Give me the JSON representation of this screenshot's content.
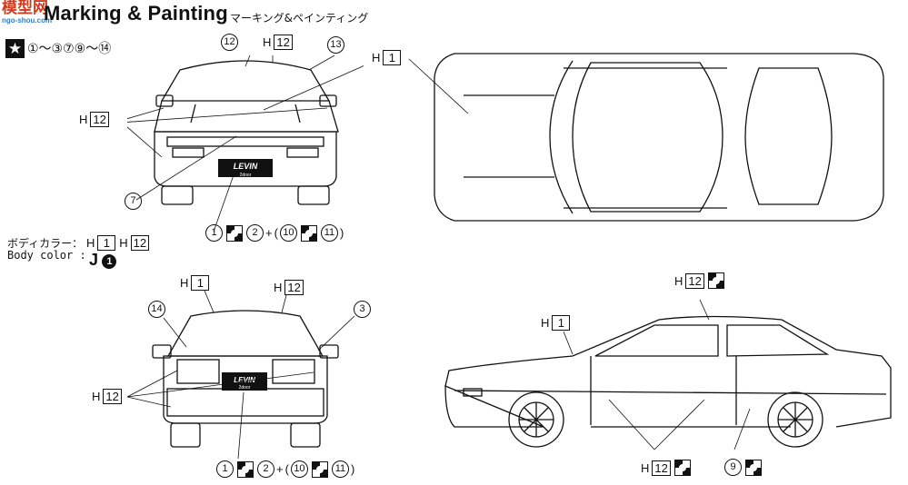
{
  "watermark": {
    "logo": "模型网",
    "url": "ngo-shou.com"
  },
  "header": {
    "title": "Marking & Painting",
    "subtitle": "マーキング&ペインティング",
    "star_icon": "★",
    "steps": "①～③⑦⑨～⑭"
  },
  "body_color": {
    "label_jp": "ボディカラー：",
    "label_en": "Body color :",
    "codes_jp": [
      "H",
      "1",
      "H",
      "12"
    ],
    "code_en_letter": "J",
    "code_en_number": "1"
  },
  "front_view": {
    "callouts": {
      "c12": "12",
      "h12_top": "12",
      "c13": "13",
      "h12_left": "12",
      "c7": "7"
    },
    "plate": {
      "brand": "LEVIN",
      "sub": "2door"
    },
    "decal_row": {
      "a": "1",
      "b": "2",
      "plus": "+",
      "open": "(",
      "c": "10",
      "d": "11",
      "close": ")"
    }
  },
  "top_view": {
    "callouts": {
      "h1": "1"
    }
  },
  "rear_view": {
    "callouts": {
      "h1": "1",
      "h12_top": "12",
      "c14": "14",
      "c3": "3",
      "h12_left": "12"
    },
    "plate": {
      "brand": "LEVIN",
      "sub": "2door"
    },
    "decal_row": {
      "a": "1",
      "b": "2",
      "plus": "+",
      "open": "(",
      "c": "10",
      "d": "11",
      "close": ")"
    }
  },
  "side_view": {
    "callouts": {
      "h1": "1",
      "h12_top": "12",
      "h12_bottom": "12",
      "c9": "9"
    }
  },
  "letters": {
    "H": "H"
  }
}
